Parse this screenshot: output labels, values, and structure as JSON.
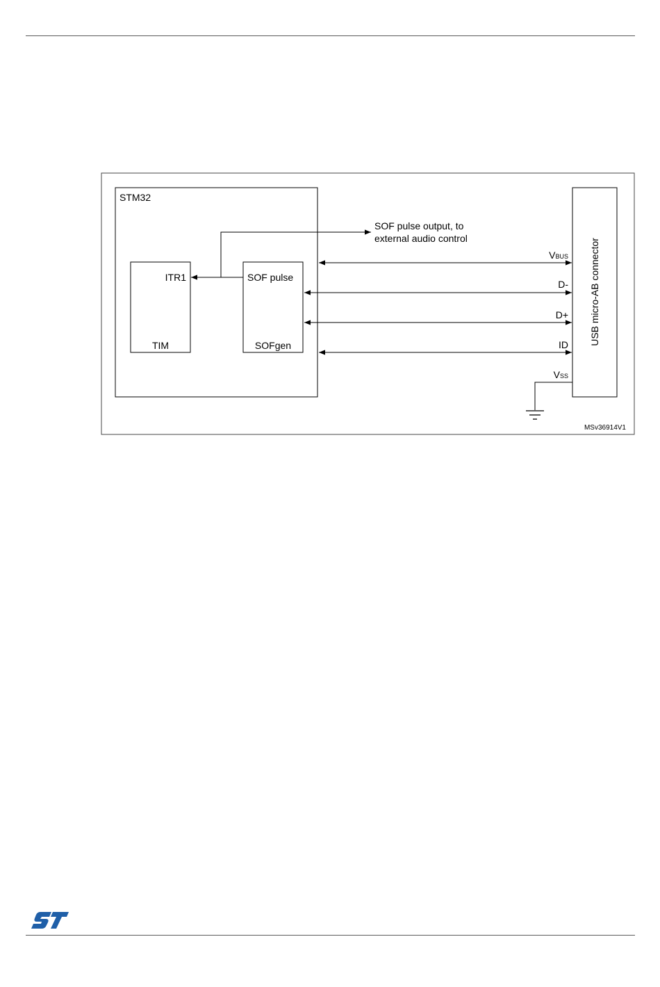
{
  "diagram": {
    "chip_label": "STM32",
    "tim_block": {
      "input_label": "ITR1",
      "name": "TIM"
    },
    "sofgen_block": {
      "output_label": "SOF pulse",
      "name": "SOFgen"
    },
    "sof_output_note": {
      "line1": "SOF pulse output, to",
      "line2": "external audio control"
    },
    "connector_label": "USB micro-AB connector",
    "signals": {
      "vbus": {
        "main": "V",
        "sub": "BUS"
      },
      "dminus": "D-",
      "dplus": "D+",
      "id": "ID",
      "vss": {
        "main": "V",
        "sub": "SS"
      }
    },
    "figure_code": "MSv36914V1"
  },
  "footer": {
    "logo": "st-logo"
  },
  "colors": {
    "logo_blue": "#1f5fa8",
    "rule": "#5a5a5a"
  }
}
